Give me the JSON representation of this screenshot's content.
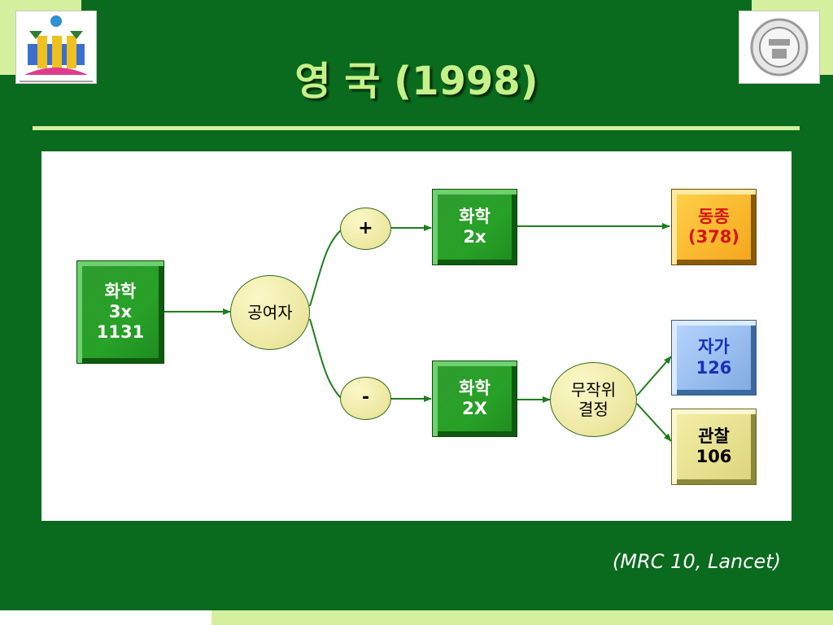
{
  "title": "영 국 (1998)",
  "citation": "(MRC 10, Lancet)",
  "colors": {
    "background": "#0a6a1e",
    "accent_light": "#d4ef9e",
    "title_text": "#c6f18a",
    "edge": "#1e7d1e"
  },
  "logos": {
    "left": "university-emblem-icon",
    "right": "seal-icon"
  },
  "nodes": {
    "start": {
      "lines": [
        "화학",
        "3x",
        "1131"
      ]
    },
    "volunteer": {
      "lines": [
        "공여자"
      ]
    },
    "plus": {
      "lines": [
        "+"
      ]
    },
    "minus": {
      "lines": [
        "-"
      ]
    },
    "chem_plus": {
      "lines": [
        "화학",
        "2x"
      ]
    },
    "chem_minus": {
      "lines": [
        "화학",
        "2X"
      ]
    },
    "random": {
      "lines": [
        "무작위",
        "결정"
      ]
    },
    "allogeneic": {
      "lines": [
        "동종",
        "(378)"
      ]
    },
    "autologous": {
      "lines": [
        "자가",
        "126"
      ]
    },
    "observation": {
      "lines": [
        "관찰",
        "106"
      ]
    }
  }
}
